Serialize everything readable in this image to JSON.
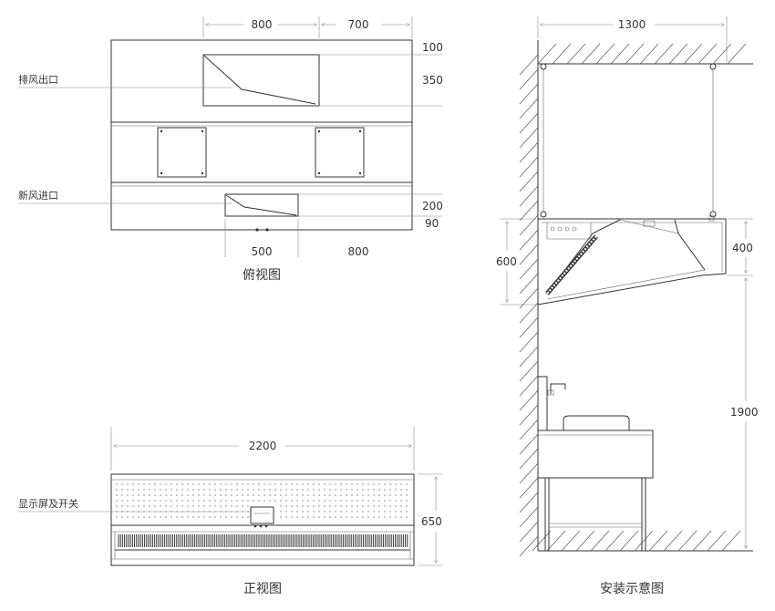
{
  "top_view": {
    "dims_top": [
      "800",
      "700"
    ],
    "dims_right": [
      "100",
      "350",
      "200",
      "90"
    ],
    "dims_bottom": [
      "500",
      "800"
    ],
    "label_exhaust": "排风出口",
    "label_fresh_air": "新风进口",
    "title": "俯视图"
  },
  "front_view": {
    "dim_width": "2200",
    "dim_height": "650",
    "label_display": "显示屏及开关",
    "title": "正视图"
  },
  "install_view": {
    "dim_width": "1300",
    "dim_hood_height": "600",
    "dim_front_height": "400",
    "dim_floor_height": "1900",
    "title": "安装示意图"
  }
}
